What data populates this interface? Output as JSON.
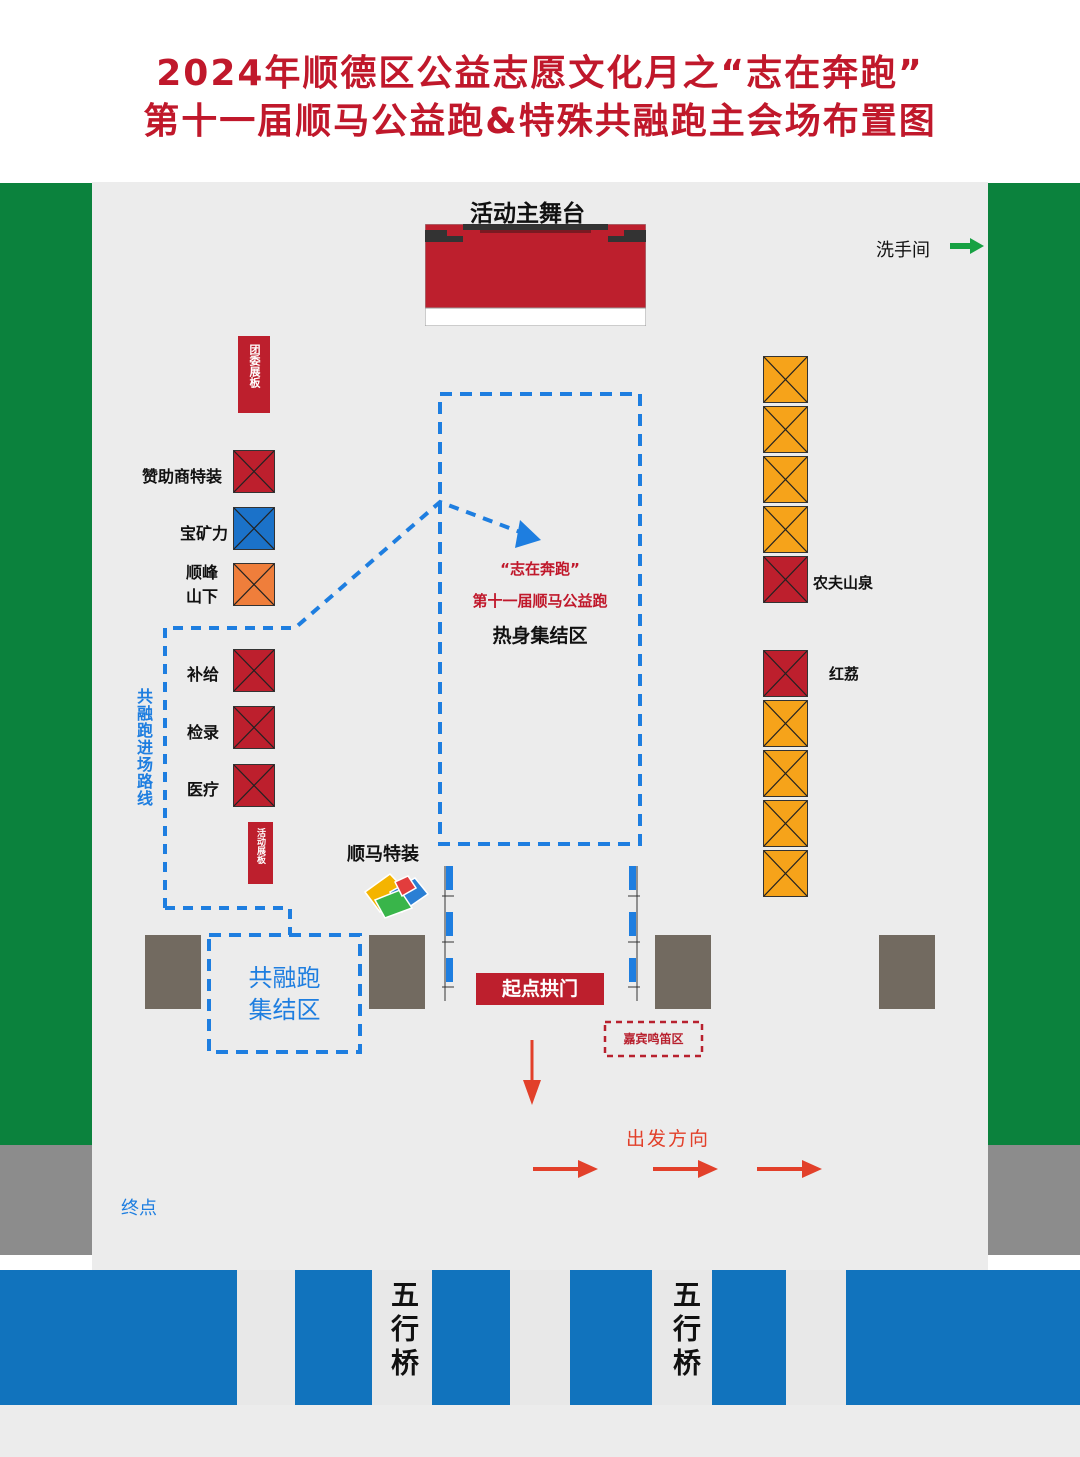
{
  "header": {
    "title_line1": "2024年顺德区公益志愿文化月之“志在奔跑”",
    "title_line2": "第十一届顺马公益跑&特殊共融跑主会场布置图"
  },
  "map": {
    "stage_label": "活动主舞台",
    "restroom_label": "洗手间",
    "left_labels": {
      "youth_board": "团委展板",
      "sponsor": "赞助商特装",
      "pocari": "宝矿力",
      "shunfeng": "顺峰山下",
      "supply": "补给",
      "checkin": "检录",
      "medical": "医疗",
      "event_board": "活动展板"
    },
    "route_label": "共融跑进场路线",
    "warmup_zone": {
      "line1": "“志在奔跑”",
      "line2": "第十一届顺马公益跑",
      "line3": "热身集结区"
    },
    "right_labels": {
      "nongfu": "农夫山泉",
      "honglian": "红荔"
    },
    "shunma_booth": "顺马特装",
    "inclusive_zone": {
      "line1": "共融跑",
      "line2": "集结区"
    },
    "start_arch": "起点拱门",
    "guest_horn": "嘉宾鸣笛区",
    "departure": "出发方向",
    "finish": "终点",
    "bridge_left": "五行桥",
    "bridge_right": "五行桥"
  },
  "colors": {
    "title_red": "#c0182b",
    "green": "#0b823d",
    "plaza": "#ececec",
    "road_gray": "#8c8c8c",
    "blue": "#1e7ee0",
    "water": "#1173bd",
    "booth_red": "#bd1f2d",
    "booth_orange": "#f6a31a",
    "booth_orange2": "#ef7e3b",
    "booth_blue": "#1b72c9",
    "pillar": "#726a60",
    "arrow_red": "#e2402a"
  }
}
